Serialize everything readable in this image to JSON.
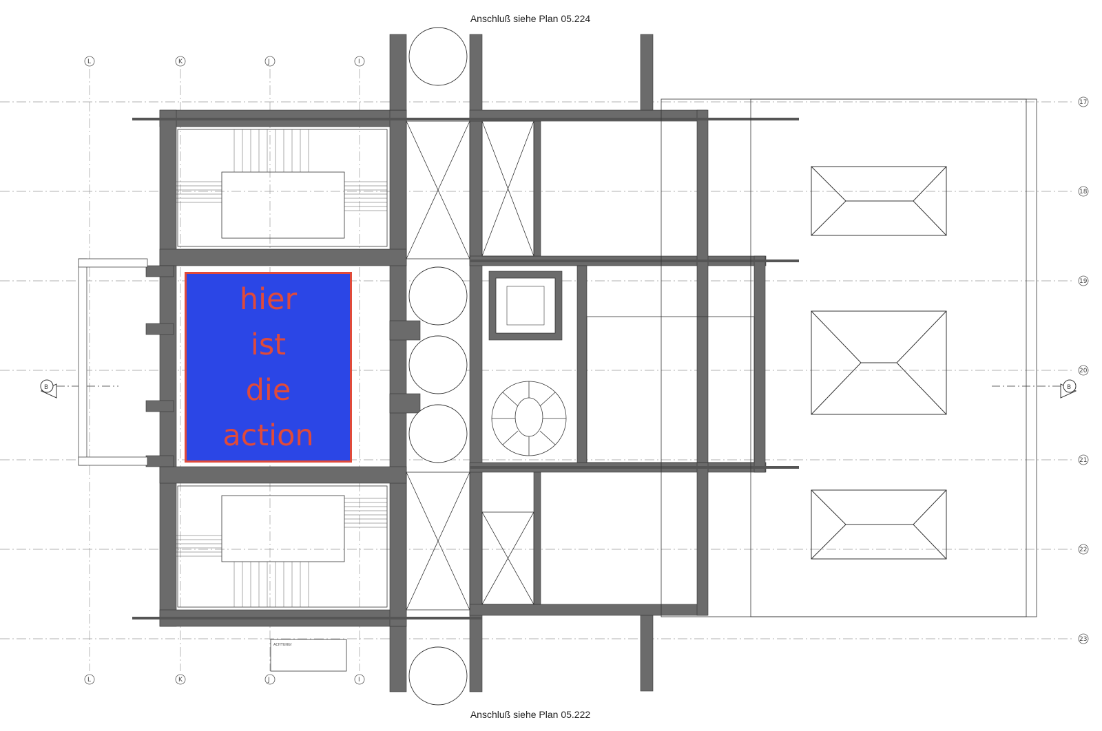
{
  "captions": {
    "top": "Anschluß siehe Plan 05.224",
    "bottom": "Anschluß siehe Plan 05.222"
  },
  "grid": {
    "columns": [
      "L",
      "K",
      "J",
      "I",
      "L",
      "K",
      "J",
      "I"
    ],
    "rows": [
      "17",
      "18",
      "19",
      "20",
      "21",
      "22",
      "23"
    ],
    "section_marker": "B"
  },
  "annotation": {
    "lines": [
      "hier",
      "ist",
      "die",
      "action"
    ],
    "text_color": "#e04a3a",
    "fill_color": "#2b46e6",
    "border_color": "#e04a3a"
  },
  "notes": {
    "achtung": "ACHTUNG!"
  },
  "colors": {
    "wall": "#6b6b6b",
    "line": "#333333"
  }
}
